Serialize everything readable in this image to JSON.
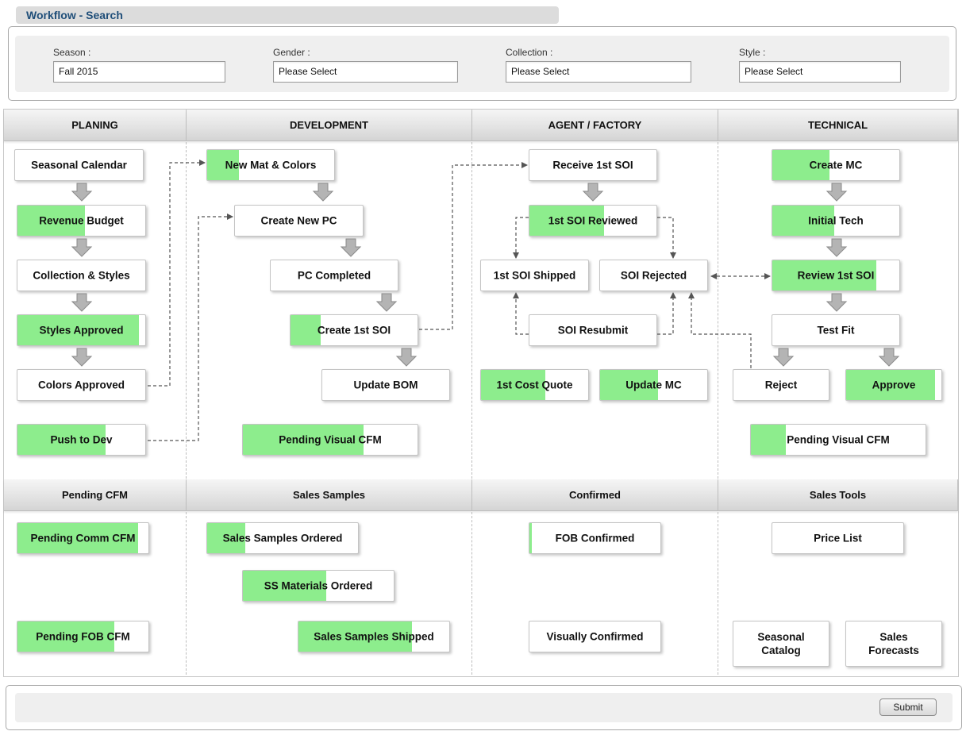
{
  "header": {
    "title": "Workflow - Search"
  },
  "filters": [
    {
      "label": "Season :",
      "value": "Fall 2015"
    },
    {
      "label": "Gender :",
      "value": "Please Select"
    },
    {
      "label": "Collection :",
      "value": "Please Select"
    },
    {
      "label": "Style :",
      "value": "Please Select"
    }
  ],
  "columns": {
    "top": [
      "PLANING",
      "DEVELOPMENT",
      "AGENT / FACTORY",
      "TECHNICAL"
    ],
    "bottom": [
      "Pending CFM",
      "Sales Samples",
      "Confirmed",
      "Sales Tools"
    ]
  },
  "steps": {
    "seasonal_calendar": {
      "label": "Seasonal Calendar",
      "progress": 0
    },
    "revenue_budget": {
      "label": "Revenue Budget",
      "progress": 0.53
    },
    "collection_styles": {
      "label": "Collection & Styles",
      "progress": 0
    },
    "styles_approved": {
      "label": "Styles Approved",
      "progress": 0.95
    },
    "colors_approved": {
      "label": "Colors Approved",
      "progress": 0
    },
    "push_to_dev": {
      "label": "Push to Dev",
      "progress": 0.69
    },
    "new_mat_colors": {
      "label": "New Mat & Colors",
      "progress": 0.25
    },
    "create_new_pc": {
      "label": "Create New PC",
      "progress": 0
    },
    "pc_completed": {
      "label": "PC Completed",
      "progress": 0
    },
    "create_1st_soi": {
      "label": "Create 1st SOI",
      "progress": 0.24
    },
    "update_bom": {
      "label": "Update BOM",
      "progress": 0
    },
    "pending_visual_cfm_dev": {
      "label": "Pending Visual CFM",
      "progress": 0.69
    },
    "receive_1st_soi": {
      "label": "Receive 1st SOI",
      "progress": 0
    },
    "soi_reviewed": {
      "label": "1st SOI Reviewed",
      "progress": 0.59
    },
    "soi_shipped": {
      "label": "1st SOI Shipped",
      "progress": 0
    },
    "soi_rejected": {
      "label": "SOI Rejected",
      "progress": 0
    },
    "soi_resubmit": {
      "label": "SOI Resubmit",
      "progress": 0
    },
    "first_cost_quote": {
      "label": "1st Cost Quote",
      "progress": 0.6
    },
    "update_mc": {
      "label": "Update MC",
      "progress": 0.54
    },
    "create_mc": {
      "label": "Create MC",
      "progress": 0.45
    },
    "initial_tech": {
      "label": "Initial Tech",
      "progress": 0.49
    },
    "review_1st_soi": {
      "label": "Review 1st SOI",
      "progress": 0.82
    },
    "test_fit": {
      "label": "Test Fit",
      "progress": 0
    },
    "reject": {
      "label": "Reject",
      "progress": 0
    },
    "approve": {
      "label": "Approve",
      "progress": 0.93
    },
    "pending_visual_cfm_tech": {
      "label": "Pending Visual CFM",
      "progress": 0.2
    },
    "pending_comm_cfm": {
      "label": "Pending Comm CFM",
      "progress": 0.92
    },
    "pending_fob_cfm": {
      "label": "Pending FOB CFM",
      "progress": 0.74
    },
    "sales_samples_ordered": {
      "label": "Sales Samples Ordered",
      "progress": 0.25
    },
    "ss_materials_ordered": {
      "label": "SS Materials Ordered",
      "progress": 0.55
    },
    "sales_samples_shipped": {
      "label": "Sales Samples Shipped",
      "progress": 0.75
    },
    "fob_confirmed": {
      "label": "FOB Confirmed",
      "progress": 0.02
    },
    "visually_confirmed": {
      "label": "Visually Confirmed",
      "progress": 0
    },
    "price_list": {
      "label": "Price List",
      "progress": 0
    },
    "seasonal_catalog": {
      "label": "Seasonal Catalog",
      "progress": 0
    },
    "sales_forecasts": {
      "label": "Sales Forecasts",
      "progress": 0
    }
  },
  "footer": {
    "submit_label": "Submit"
  },
  "colors": {
    "progress_fill": "#8ded8d",
    "title_text": "#1f4e79"
  }
}
